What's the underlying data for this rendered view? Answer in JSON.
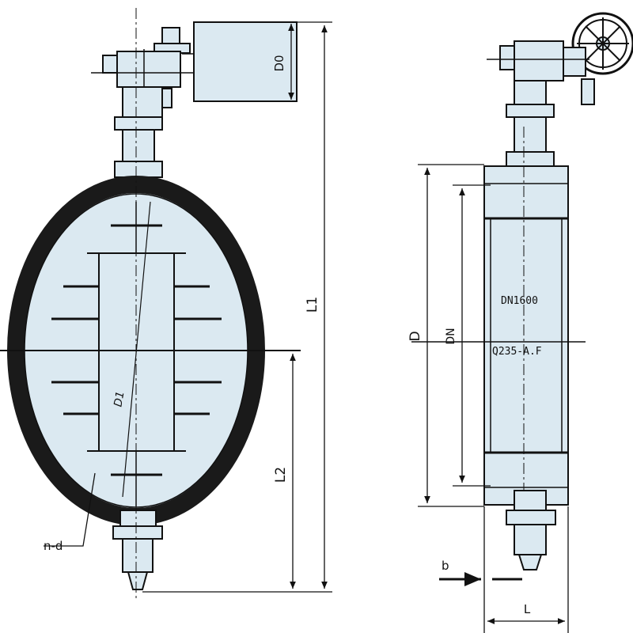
{
  "colors": {
    "fill": "#dbe9f1",
    "line": "#111111",
    "ring": "#1a1a1a",
    "background": "#ffffff"
  },
  "front_view": {
    "labels": {
      "d0": "D0",
      "l1": "L1",
      "l2": "L2",
      "d1": "D1",
      "bolt_holes": "n-d"
    }
  },
  "side_view": {
    "labels": {
      "d": "D",
      "dn": "DN",
      "nominal_size": "DN1600",
      "material": "Q235-A.F",
      "b": "b",
      "l": "L"
    }
  }
}
